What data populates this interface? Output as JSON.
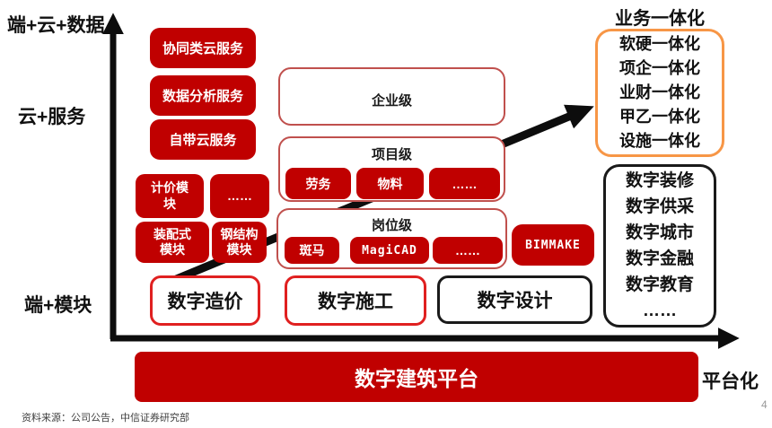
{
  "colors": {
    "red_fill": "#c00000",
    "container_border_red": "#c0504d",
    "bright_red_border": "#e02020",
    "orange_border": "#f79646",
    "black": "#1a1a1a"
  },
  "axes": {
    "y_top_label": "端+云+数据",
    "y_mid_label": "云+服务",
    "y_bottom_label": "端+模块",
    "x_label": "平台化"
  },
  "cloud_services": [
    "协同类云服务",
    "数据分析服务",
    "自带云服务"
  ],
  "modules": {
    "row1": [
      "计价模块",
      "……"
    ],
    "row2": [
      "装配式模块",
      "钢结构模块"
    ]
  },
  "levels": {
    "enterprise": {
      "title": "企业级"
    },
    "project": {
      "title": "项目级",
      "items": [
        "劳务",
        "物料",
        "……"
      ]
    },
    "position": {
      "title": "岗位级",
      "items": [
        "斑马",
        "MagiCAD",
        "……"
      ]
    }
  },
  "bimmake_label": "BIMMAKE",
  "products": [
    "数字造价",
    "数字施工",
    "数字设计"
  ],
  "integration": {
    "title": "业务一体化",
    "items": [
      "软硬一体化",
      "项企一体化",
      "业财一体化",
      "甲乙一体化",
      "设施一体化"
    ]
  },
  "expansion": {
    "items": [
      "数字装修",
      "数字供采",
      "数字城市",
      "数字金融",
      "数字教育",
      "……"
    ]
  },
  "platform": {
    "label": "数字建筑平台"
  },
  "footer": {
    "source": "资料来源：公司公告，中信证券研究部",
    "page": "4"
  }
}
